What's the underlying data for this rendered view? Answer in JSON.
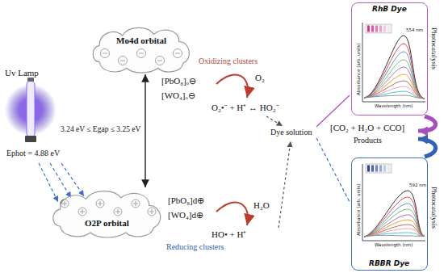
{
  "diagram": {
    "nodes": [
      {
        "text": [
          "Mo4d orbital"
        ]
      },
      {
        "text": [
          "O2P orbital"
        ]
      },
      {
        "text": [
          "RhB Dye",
          "Photocatalysis"
        ]
      },
      {
        "text": [
          "RBBR Dye",
          "Photocatalysis"
        ]
      }
    ],
    "edges": [
      {
        "from": 0,
        "to": 1,
        "arrow": "both"
      }
    ],
    "labels": [
      "Uv Lamp",
      "Ephot = 4.88 eV",
      "3.24 eV ≤ Egap ≤ 3.25 eV",
      "Oxidizing clusters",
      "[PbO₈]ₒ⊖",
      "[WO₄]ₒ⊖",
      "O₂",
      "O₂•⁻ + H⁺ ↔ HO₂⁻",
      "[PbO₈]d⊕",
      "[WO₄]d⊕",
      "Reducing clusters",
      "H₂O",
      "HO• + H⁺",
      "Dye solution",
      "[CO₂ + H₂O + CCO]",
      "Products",
      "Absorbance (arb. units)",
      "Wavelength (nm)",
      "554 nm",
      "Absorbance (arb. units)",
      "Wavelength (nm)",
      "592 nm"
    ]
  }
}
